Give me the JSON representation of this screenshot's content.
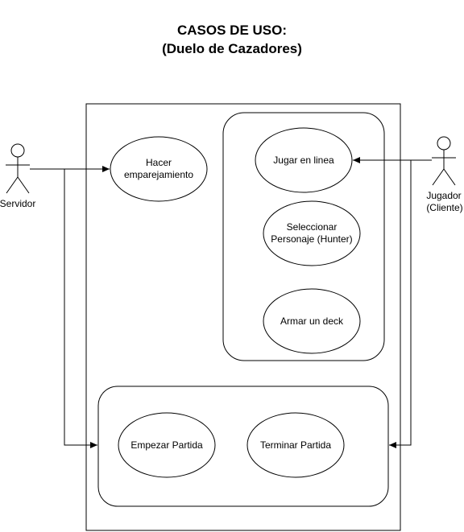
{
  "diagram": {
    "title_line1": "CASOS DE USO:",
    "title_line2": "(Duelo de Cazadores)",
    "actors": {
      "server": {
        "name": "Servidor"
      },
      "player": {
        "name_line1": "Jugador",
        "name_line2": "(Cliente)"
      }
    },
    "use_cases": {
      "matchmaking": {
        "line1": "Hacer",
        "line2": "emparejamiento"
      },
      "play_online": {
        "label": "Jugar en linea"
      },
      "select_character": {
        "line1": "Seleccionar",
        "line2": "Personaje (Hunter)"
      },
      "build_deck": {
        "label": "Armar un deck"
      },
      "start_match": {
        "label": "Empezar Partida"
      },
      "end_match": {
        "label": "Terminar Partida"
      }
    },
    "colors": {
      "stroke": "#000000",
      "background": "#ffffff"
    }
  }
}
